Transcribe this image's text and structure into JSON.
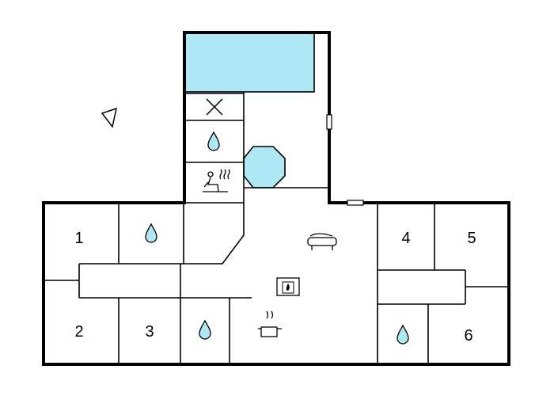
{
  "rooms": {
    "bedroom_1": {
      "label": "1"
    },
    "bedroom_2": {
      "label": "2"
    },
    "bedroom_3": {
      "label": "3"
    },
    "bedroom_4": {
      "label": "4"
    },
    "bedroom_5": {
      "label": "5"
    },
    "bedroom_6": {
      "label": "6"
    }
  },
  "icons": {
    "pool": "pool",
    "hot_tub": "hot-tub",
    "toilet": "x-mark",
    "bathroom": "water-drop",
    "sauna": "sauna",
    "sofa": "sofa",
    "fireplace": "fireplace",
    "kitchen": "cooking-pot",
    "north_arrow": "north-arrow"
  },
  "colors": {
    "water": "#aee8f5",
    "wall": "#000000",
    "background": "#ffffff"
  }
}
